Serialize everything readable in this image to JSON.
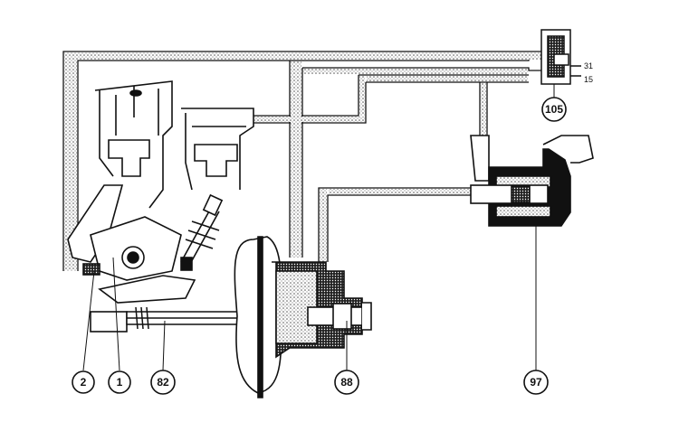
{
  "callouts": {
    "c2": "2",
    "c1": "1",
    "c82": "82",
    "c88": "88",
    "c97": "97",
    "c105": "105"
  },
  "terminals": {
    "t31": "31",
    "t15": "15"
  },
  "colors": {
    "ink": "#111111",
    "paper": "#ffffff",
    "stipple": "#7a7a7a"
  }
}
